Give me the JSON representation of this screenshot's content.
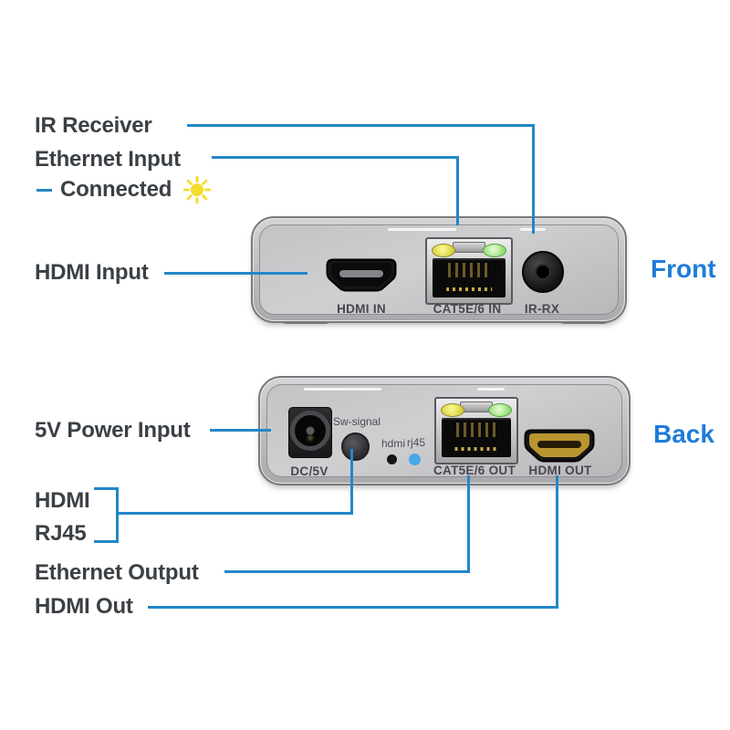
{
  "colors": {
    "callout_blue": "#2387c8",
    "view_label_blue": "#1e7cd9",
    "label_text": "#3b4045",
    "device_label_text": "#45484c",
    "sun_yellow": "#f2dc2e",
    "led_yellow": "#d5d13a",
    "led_green": "#8edc6e",
    "rj45_indicator_blue": "#47a9e8"
  },
  "labels": {
    "ir_receiver": "IR Receiver",
    "ethernet_input": "Ethernet Input",
    "connected": "Connected",
    "hdmi_input": "HDMI Input",
    "power_input": "5V Power Input",
    "hdmi": "HDMI",
    "rj45": "RJ45",
    "ethernet_output": "Ethernet Output",
    "hdmi_out": "HDMI Out"
  },
  "views": {
    "front": "Front",
    "back": "Back"
  },
  "front_panel": {
    "hdmi_port_label": "HDMI IN",
    "ethernet_port_label": "CAT5E/6 IN",
    "ir_port_label": "IR-RX"
  },
  "back_panel": {
    "power_label": "DC/5V",
    "switch_label": "Sw-signal",
    "hdmi_indicator_label": "hdmi",
    "rj45_indicator_label": "rj45",
    "ethernet_port_label": "CAT5E/6 OUT",
    "hdmi_port_label": "HDMI OUT"
  }
}
